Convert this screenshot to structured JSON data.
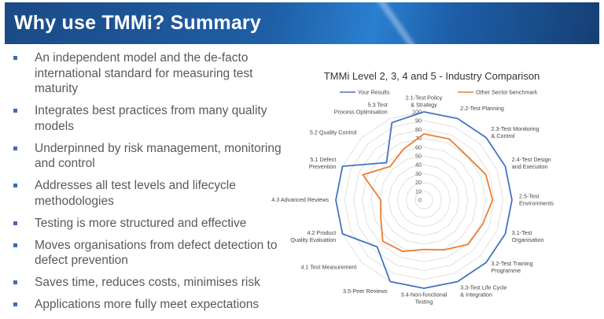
{
  "slide": {
    "title": "Why use TMMi? Summary",
    "bullets": [
      "An independent model and the de-facto international standard for measuring test maturity",
      "Integrates best practices from many quality models",
      "Underpinned by risk management, monitoring and control",
      "Addresses all test levels and lifecycle methodologies",
      "Testing is more structured and effective",
      "Moves organisations from defect detection to defect prevention",
      "Saves time, reduces costs, minimises risk",
      "Applications more fully meet expectations"
    ],
    "colors": {
      "header": "#1b4a86",
      "bullet": "#3a6db5",
      "text": "#595959"
    }
  },
  "chart_data": {
    "type": "radar",
    "title": "TMMi Level 2, 3, 4 and 5 - Industry Comparison",
    "categories": [
      "2.1-Test Policy & Strategy",
      "2.2-Test Planning",
      "2.3-Test Monitoring & Control",
      "2.4-Test Design and Execution",
      "2.5-Test Environments",
      "3.1-Test Organisation",
      "3.2-Test Training Programme",
      "3.3-Test Life Cycle & Integration",
      "3.4-Non-functional Testing",
      "3.5-Peer Reviews",
      "4.1 Test Measurement",
      "4.2 Product Quality Evaluation",
      "4.3 Advanced Reviews",
      "5.1 Defect Prevention",
      "5.2 Quality Control",
      "5.3 Test Process Optimisation"
    ],
    "ticks": [
      "0",
      "10",
      "20",
      "30",
      "40",
      "50",
      "60",
      "70",
      "80",
      "90",
      "100"
    ],
    "range": [
      0,
      100
    ],
    "grid": true,
    "legend": "top",
    "series": [
      {
        "name": "Your Results",
        "color": "#4472c4",
        "values": [
          100,
          100,
          100,
          100,
          100,
          100,
          100,
          100,
          100,
          100,
          75,
          100,
          100,
          100,
          60,
          95
        ]
      },
      {
        "name": "Other Sector benchmark",
        "color": "#ed7d31",
        "values": [
          75,
          75,
          70,
          76,
          78,
          72,
          71,
          61,
          56,
          63,
          66,
          53,
          49,
          75,
          54,
          62
        ]
      }
    ]
  }
}
